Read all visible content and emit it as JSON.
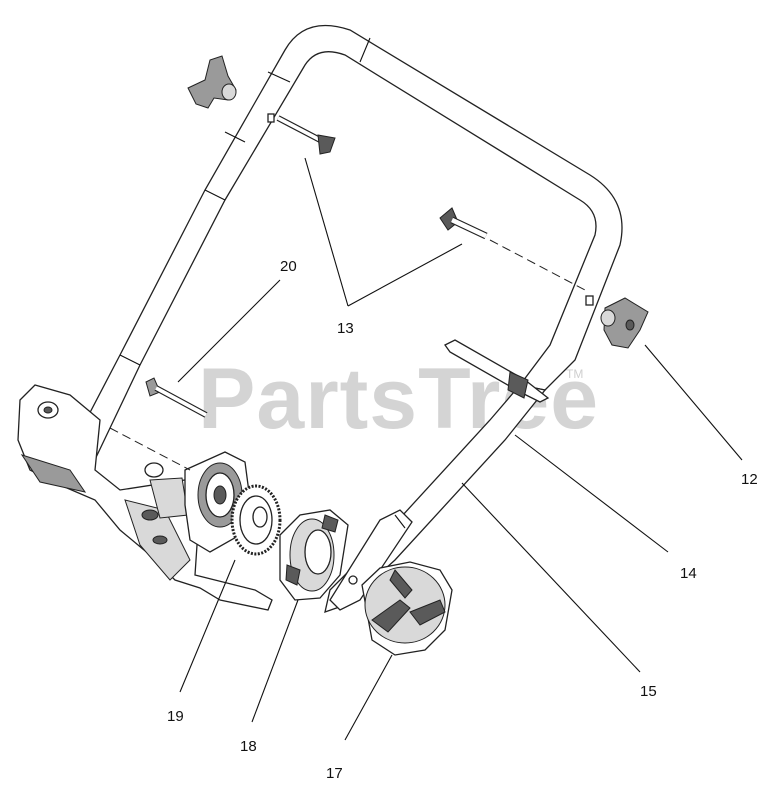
{
  "watermark": {
    "text": "PartsTree",
    "trademark": "TM"
  },
  "callouts": {
    "c12": "12",
    "c13": "13",
    "c14": "14",
    "c15": "15",
    "c17": "17",
    "c18": "18",
    "c19": "19",
    "c20": "20"
  }
}
